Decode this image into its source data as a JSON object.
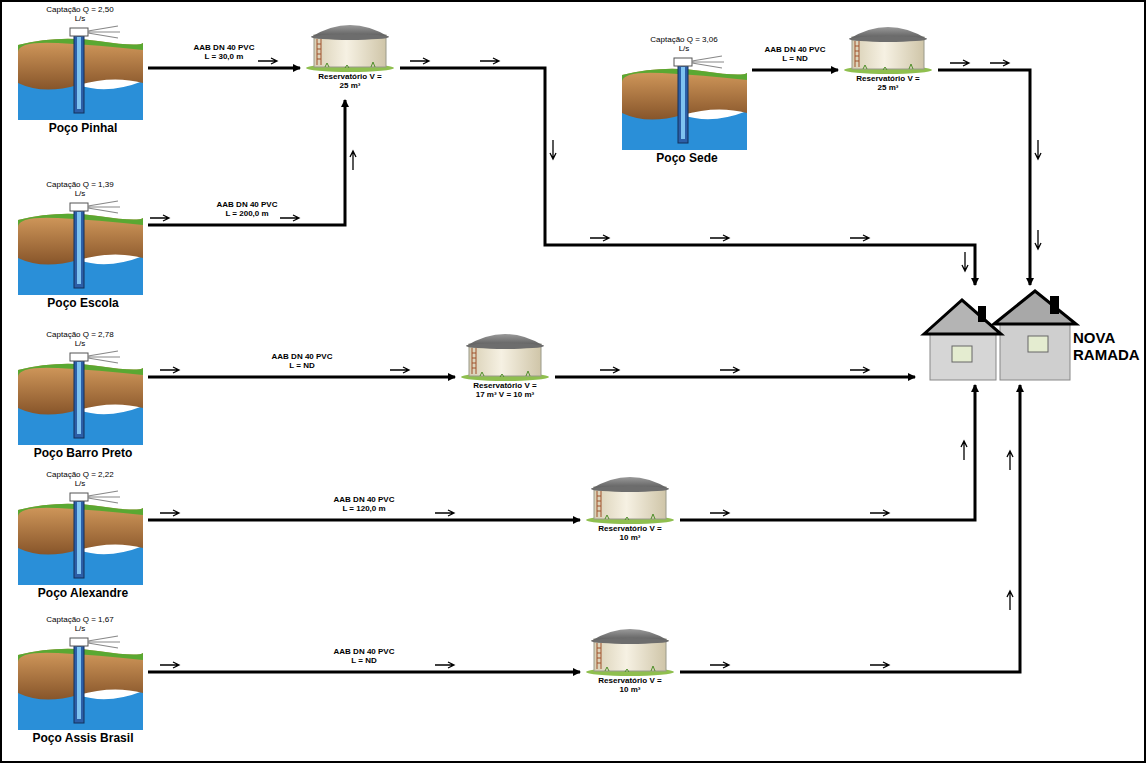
{
  "diagram": {
    "nodes": [
      {
        "text": [
          "Captação Q = 2,50 L/s",
          "Poço Pinhal"
        ]
      },
      {
        "text": [
          "Reservatório V = 25 m³"
        ]
      },
      {
        "text": [
          "Captação Q = 3,06 L/s",
          "Poço Sede"
        ]
      },
      {
        "text": [
          "Reservatório V = 25 m³"
        ]
      },
      {
        "text": [
          "Captação Q = 1,39 L/s",
          "Poço Escola"
        ]
      },
      {
        "text": [
          "NOVA RAMADA"
        ]
      },
      {
        "text": [
          "Captação Q = 2,78 L/s",
          "Poço Barro Preto"
        ]
      },
      {
        "text": [
          "Reservatório V = 17 m³ V = 10 m³"
        ]
      },
      {
        "text": [
          "Captação Q = 2,22 L/s",
          "Poço Alexandre"
        ]
      },
      {
        "text": [
          "Reservatório V = 10 m³"
        ]
      },
      {
        "text": [
          "Captação Q = 1,67 L/s",
          "Poço Assis Brasil"
        ]
      },
      {
        "text": [
          "Reservatório V = 10 m³"
        ]
      }
    ],
    "edges": [
      {
        "from": 0,
        "to": 1,
        "arrow": "to",
        "label": "AAB DN 40 PVC L = 30,0 m"
      },
      {
        "from": 4,
        "to": 1,
        "arrow": "to",
        "label": "AAB DN 40 PVC L = 200,0 m"
      },
      {
        "from": 1,
        "to": 5,
        "arrow": "to"
      },
      {
        "from": 2,
        "to": 3,
        "arrow": "to",
        "label": "AAB DN 40 PVC L = ND"
      },
      {
        "from": 3,
        "to": 5,
        "arrow": "to"
      },
      {
        "from": 6,
        "to": 7,
        "arrow": "to",
        "label": "AAB DN 40 PVC L = ND"
      },
      {
        "from": 7,
        "to": 5,
        "arrow": "to"
      },
      {
        "from": 8,
        "to": 9,
        "arrow": "to",
        "label": "AAB DN 40 PVC L = 120,0 m"
      },
      {
        "from": 9,
        "to": 5,
        "arrow": "to"
      },
      {
        "from": 10,
        "to": 11,
        "arrow": "to",
        "label": "AAB DN 40 PVC L = ND"
      },
      {
        "from": 11,
        "to": 5,
        "arrow": "to"
      }
    ]
  }
}
